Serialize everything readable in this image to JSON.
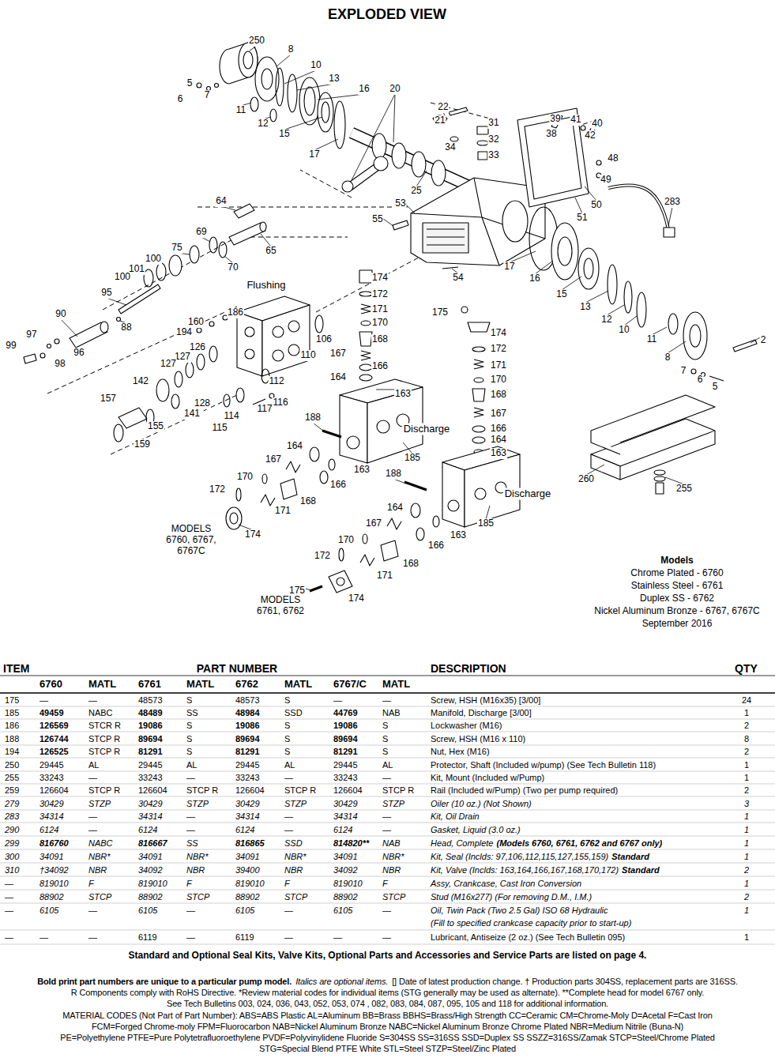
{
  "diagram": {
    "title": "EXPLODED VIEW",
    "labels": [
      "250",
      "8",
      "5",
      "6",
      "7",
      "10",
      "11",
      "13",
      "12",
      "16",
      "15",
      "20",
      "17",
      "22",
      "21",
      "31",
      "32",
      "34",
      "33",
      "39",
      "41",
      "40",
      "38",
      "42",
      "48",
      "49",
      "25",
      "53",
      "50",
      "283",
      "51",
      "64",
      "55",
      "69",
      "65",
      "75",
      "70",
      "100",
      "101",
      "100",
      "17",
      "16",
      "174",
      "54",
      "15",
      "95",
      "172",
      "171",
      "170",
      "175",
      "174",
      "13",
      "12",
      "10",
      "11",
      "90",
      "88",
      "97",
      "96",
      "99",
      "98",
      "168",
      "167",
      "166",
      "164",
      "163",
      "172",
      "171",
      "170",
      "168",
      "167",
      "166",
      "164",
      "163",
      "2",
      "8",
      "7",
      "6",
      "5",
      "186",
      "160",
      "194",
      "126",
      "127",
      "106",
      "110",
      "142",
      "127",
      "128",
      "112",
      "141",
      "157",
      "114",
      "115",
      "116",
      "117",
      "155",
      "159",
      "188",
      "185",
      "164",
      "163",
      "167",
      "166",
      "170",
      "168",
      "172",
      "171",
      "174",
      "188",
      "185",
      "164",
      "167",
      "163",
      "166",
      "170",
      "168",
      "172",
      "171",
      "174",
      "175",
      "260",
      "255",
      "Flushing",
      "Discharge",
      "Discharge",
      "MODELS 6760, 6767, 6767C",
      "MODELS 6761, 6762",
      "Models",
      "Chrome Plated - 6760",
      "Stainless Steel - 6761",
      "Duplex SS - 6762",
      "Nickel Aluminum Bronze - 6767, 6767C",
      "September 2016",
      "ITEM",
      "PART NUMBER",
      "DESCRIPTION",
      "QTY",
      "6760",
      "MATL",
      "6761",
      "MATL",
      "6762",
      "MATL",
      "6767/C",
      "MATL",
      "175",
      "—",
      "—",
      "48573",
      "S",
      "48573",
      "S",
      "—",
      "—",
      "Screw, HSH (M16x35) [3/00]",
      "24",
      "185",
      "49459",
      "NABC",
      "48489",
      "SS",
      "48984",
      "SSD",
      "44769",
      "NAB",
      "Manifold, Discharge [3/00]",
      "1",
      "186",
      "126569",
      "STCR R",
      "19086",
      "S",
      "19086",
      "S",
      "19086",
      "S",
      "Lockwasher (M16)",
      "2",
      "188",
      "126744",
      "STCP R",
      "89694",
      "S",
      "89694",
      "S",
      "89694",
      "S",
      "Screw, HSH (M16 x 110)",
      "8",
      "194",
      "126525",
      "STCP R",
      "81291",
      "S",
      "81291",
      "S",
      "81291",
      "S",
      "Nut, Hex (M16)",
      "2",
      "250",
      "29445",
      "AL",
      "29445",
      "AL",
      "29445",
      "AL",
      "29445",
      "AL",
      "Protector, Shaft (Included w/pump) (See Tech Bulletin 118)",
      "1",
      "255",
      "33243",
      "—",
      "33243",
      "—",
      "33243",
      "—",
      "33243",
      "—",
      "Kit, Mount (Included w/Pump)",
      "1",
      "259",
      "126604",
      "STCP R",
      "126604",
      "STCP R",
      "126604",
      "STCP R",
      "126604",
      "STCP R",
      "Rail (Included w/Pump) (Two per pump required)",
      "2",
      "279",
      "30429",
      "STZP",
      "30429",
      "STZP",
      "30429",
      "STZP",
      "30429",
      "STZP",
      "Oiler (10 oz.) (Not Shown)",
      "3",
      "283",
      "34314",
      "—",
      "34314",
      "—",
      "34314",
      "—",
      "34314",
      "—",
      "Kit, Oil Drain",
      "1",
      "290",
      "6124",
      "—",
      "6124",
      "—",
      "6124",
      "—",
      "6124",
      "—",
      "Gasket, Liquid (3.0 oz.)",
      "1",
      "299",
      "816760",
      "NABC",
      "816667",
      "SS",
      "816865",
      "SSD",
      "814820**",
      "NAB",
      "Head, Complete",
      "(Models 6760, 6761, 6762 and 6767 only)",
      "1",
      "300",
      "34091",
      "NBR*",
      "34091",
      "NBR*",
      "34091",
      "NBR*",
      "34091",
      "NBR*",
      "Kit, Seal (Inclds: 97,106,112,115,127,155,159)",
      "Standard",
      "1",
      "310",
      "†34092",
      "NBR",
      "34092",
      "NBR",
      "39400",
      "NBR",
      "34092",
      "NBR",
      "Kit, Valve (Inclds: 163,164,166,167,168,170,172)",
      "Standard",
      "2",
      "—",
      "819010",
      "F",
      "819010",
      "F",
      "819010",
      "F",
      "819010",
      "F",
      "Assy, Crankcase, Cast Iron Conversion",
      "1",
      "—",
      "88902",
      "STCP",
      "88902",
      "STCP",
      "88902",
      "STCP",
      "88902",
      "STCP",
      "Stud (M16x277) (For removing D.M., I.M.)",
      "2",
      "—",
      "6105",
      "—",
      "6105",
      "—",
      "6105",
      "—",
      "6105",
      "—",
      "Oil, Twin Pack (Two 2.5 Gal) ISO 68 Hydraulic",
      "1",
      "(Fill to specified crankcase capacity prior to start-up)",
      "—",
      "—",
      "—",
      "6119",
      "—",
      "6119",
      "—",
      "—",
      "—",
      "Lubricant, Antiseize (2 oz.) (See Tech Bulletin 095)",
      "1",
      "Standard and Optional Seal Kits, Valve Kits, Optional Parts and Accessories and Service Parts are listed on page 4.",
      "Bold print part numbers are unique to a particular pump model.",
      "Italics are optional items.",
      "[] Date of latest production change. † Production parts 304SS, replacement parts are 316SS.",
      "R Components comply with RoHS Directive. *Review material codes for individual items (STG generally may be used as alternate). **Complete head for model 6767 only.",
      "See Tech Bulletins 003, 024, 036, 043, 052, 053, 074 , 082, 083, 084, 087, 095, 105 and 118 for additional information.",
      "MATERIAL CODES (Not Part of Part Number): ABS=ABS Plastic AL=Aluminum BB=Brass BBHS=Brass/High Strength CC=Ceramic CM=Chrome-Moly D=Acetal F=Cast Iron",
      "FCM=Forged Chrome-moly FPM=Fluorocarbon NAB=Nickel Aluminum Bronze NABC=Nickel Aluminum Bronze Chrome Plated NBR=Medium Nitrile (Buna-N)",
      "PE=Polyethylene PTFE=Pure Polytetrafluoroethylene PVDF=Polyvinylidene Fluoride S=304SS SS=316SS SSD=Duplex SS SSZZ=316SS/Zamak STCP=Steel/Chrome Plated",
      "STG=Special Blend PTFE White STL=Steel STZP=Steel/Zinc Plated"
    ]
  }
}
